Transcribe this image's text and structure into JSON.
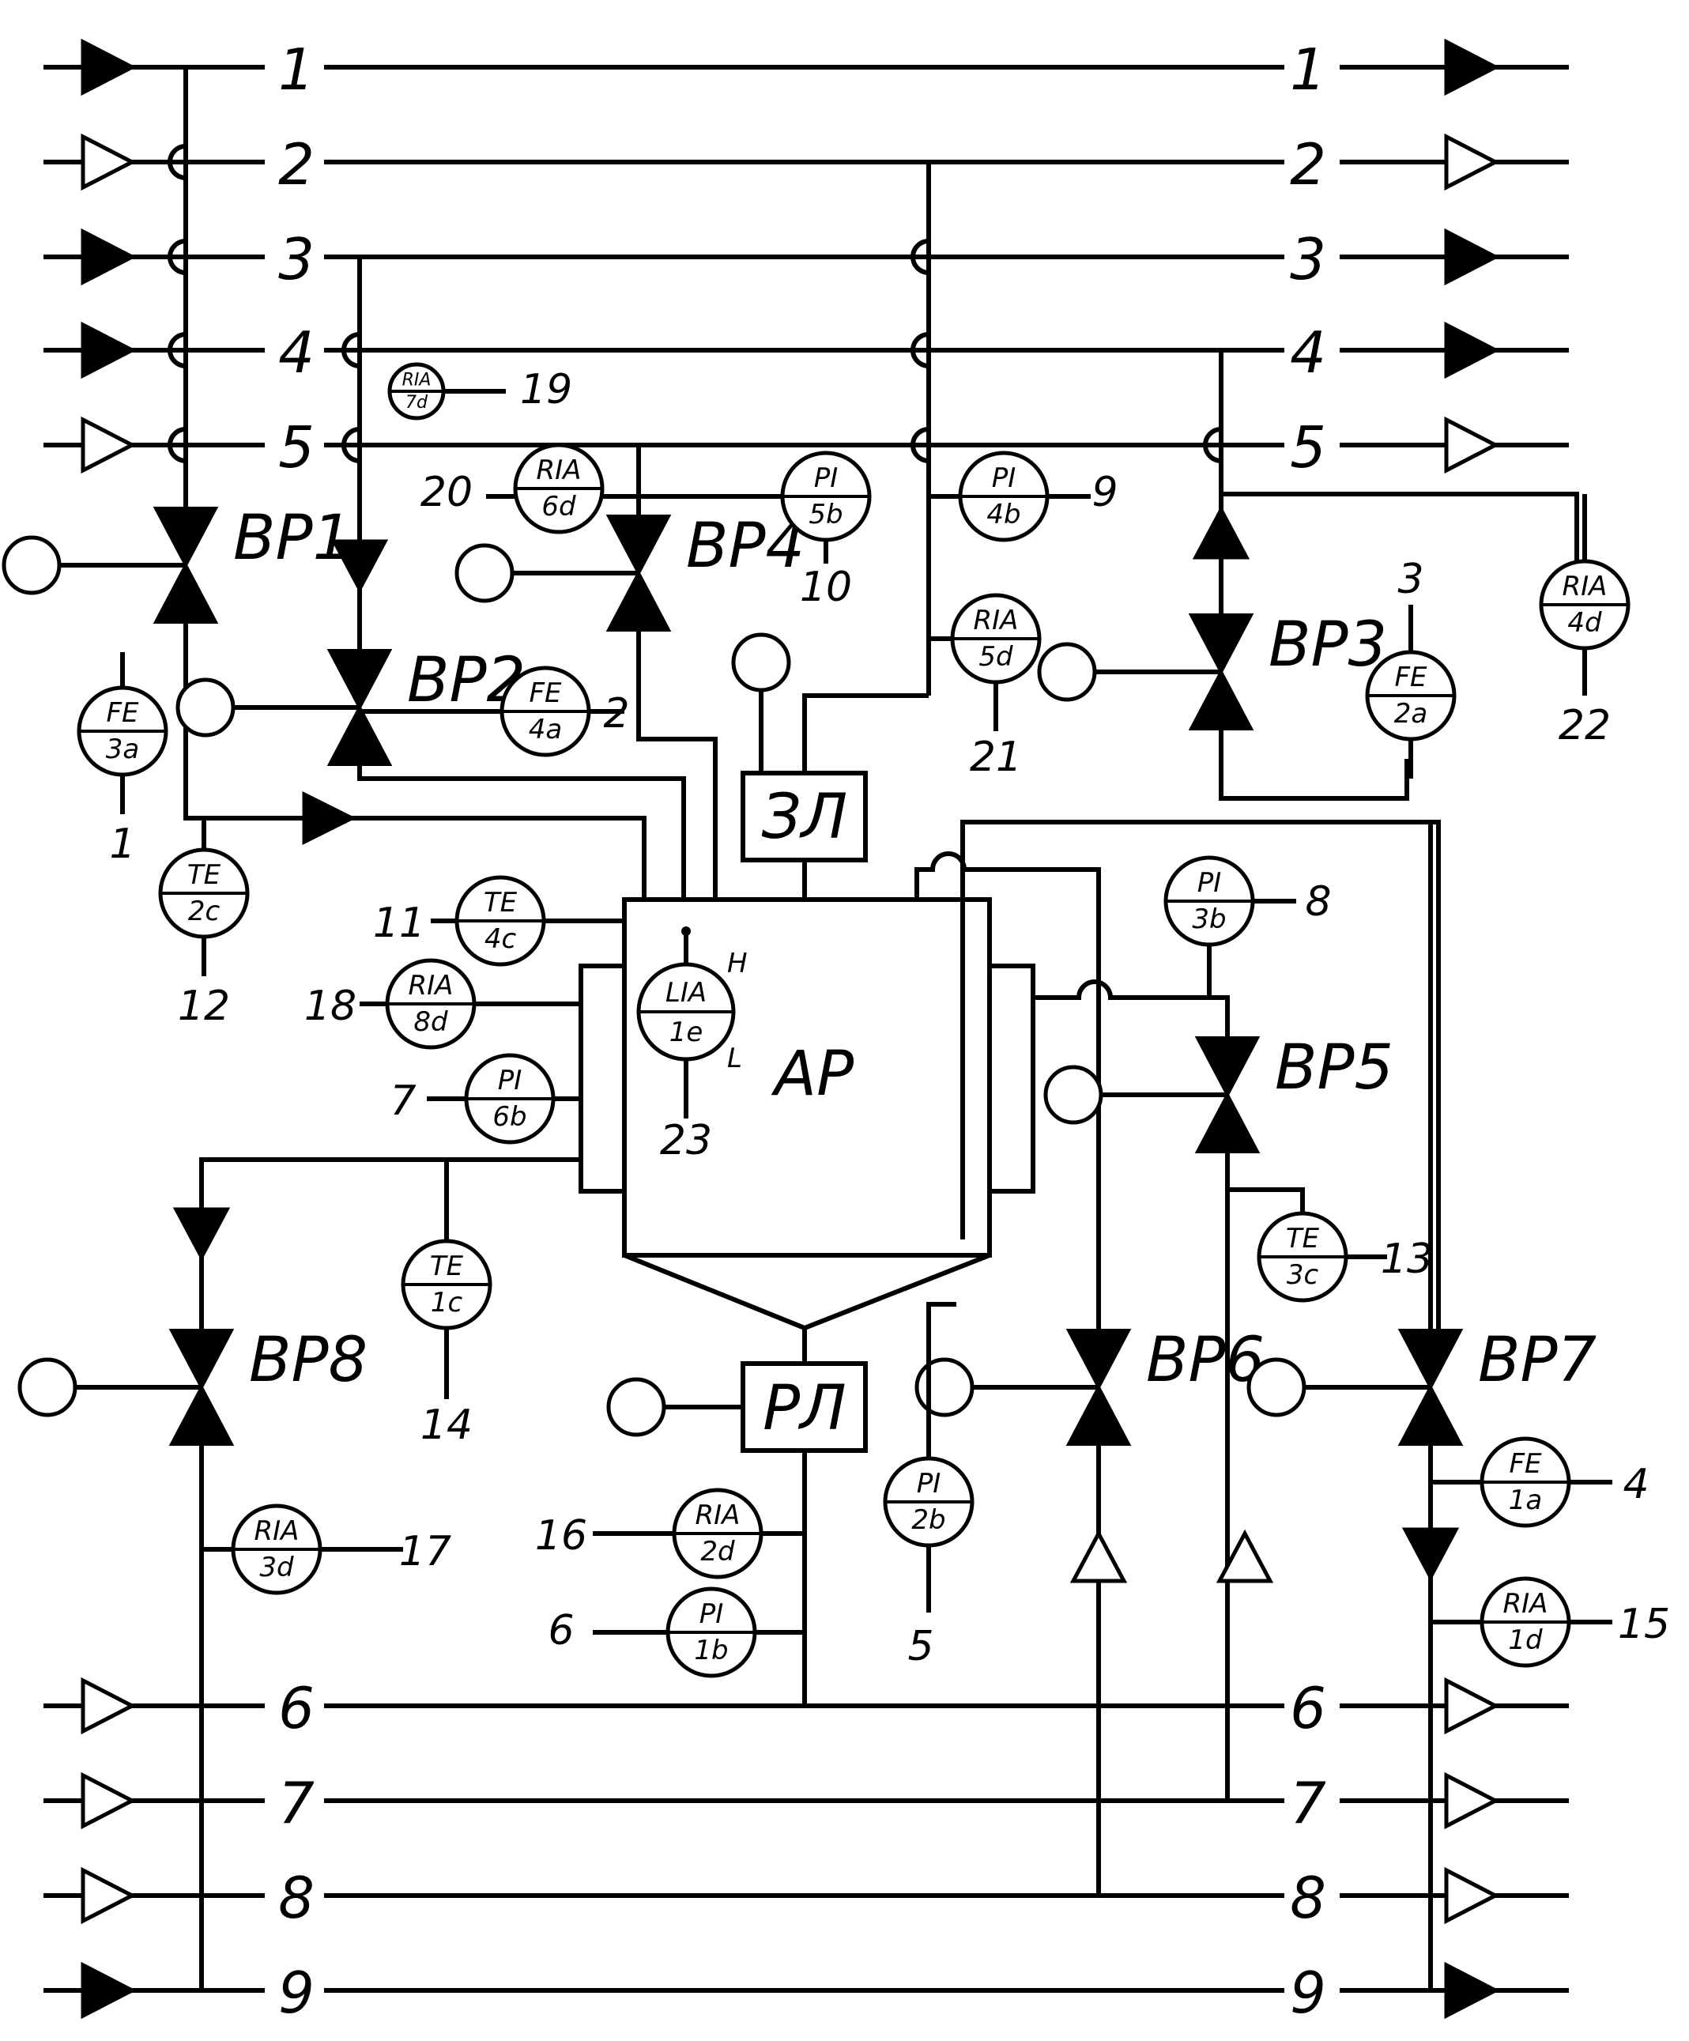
{
  "lines": [
    {
      "label": "1",
      "in": "solid",
      "out": "solid"
    },
    {
      "label": "2",
      "in": "hollow",
      "out": "hollow"
    },
    {
      "label": "3",
      "in": "solid",
      "out": "solid"
    },
    {
      "label": "4",
      "in": "solid",
      "out": "solid"
    },
    {
      "label": "5",
      "in": "hollow",
      "out": "hollow"
    },
    {
      "label": "6",
      "in": "hollow",
      "out": "hollow"
    },
    {
      "label": "7",
      "in": "hollow",
      "out": "hollow"
    },
    {
      "label": "8",
      "in": "hollow",
      "out": "hollow"
    },
    {
      "label": "9",
      "in": "solid",
      "out": "solid"
    }
  ],
  "valves": [
    "ВР1",
    "ВР2",
    "ВР3",
    "ВР4",
    "ВР5",
    "ВР6",
    "ВР7",
    "ВР8"
  ],
  "blocks": {
    "reactor": "АР",
    "feeder_top": "ЗЛ",
    "feeder_bottom": "РЛ"
  },
  "level_marks": {
    "high": "H",
    "low": "L"
  },
  "instruments": [
    {
      "id": "ria7d",
      "top": "RIA",
      "bottom": "7d",
      "num": "19"
    },
    {
      "id": "ria6d",
      "top": "RIA",
      "bottom": "6d",
      "num": "20"
    },
    {
      "id": "pi5b",
      "top": "PI",
      "bottom": "5b",
      "num": "10"
    },
    {
      "id": "pi4b",
      "top": "PI",
      "bottom": "4b",
      "num": "9"
    },
    {
      "id": "ria5d",
      "top": "RIA",
      "bottom": "5d",
      "num": "21"
    },
    {
      "id": "ria4d",
      "top": "RIA",
      "bottom": "4d",
      "num": "22"
    },
    {
      "id": "fe2a",
      "top": "FE",
      "bottom": "2a",
      "num": "3"
    },
    {
      "id": "fe4a",
      "top": "FE",
      "bottom": "4a",
      "num": "2"
    },
    {
      "id": "fe3a",
      "top": "FE",
      "bottom": "3a",
      "num": "1"
    },
    {
      "id": "te2c",
      "top": "TE",
      "bottom": "2c",
      "num": "12"
    },
    {
      "id": "te4c",
      "top": "TE",
      "bottom": "4c",
      "num": "11"
    },
    {
      "id": "ria8d",
      "top": "RIA",
      "bottom": "8d",
      "num": "18"
    },
    {
      "id": "pi6b",
      "top": "PI",
      "bottom": "6b",
      "num": "7"
    },
    {
      "id": "lia1e",
      "top": "LIA",
      "bottom": "1e",
      "num": "23"
    },
    {
      "id": "pi3b",
      "top": "PI",
      "bottom": "3b",
      "num": "8"
    },
    {
      "id": "te3c",
      "top": "TE",
      "bottom": "3c",
      "num": "13"
    },
    {
      "id": "te1c",
      "top": "TE",
      "bottom": "1c",
      "num": "14"
    },
    {
      "id": "ria3d",
      "top": "RIA",
      "bottom": "3d",
      "num": "17"
    },
    {
      "id": "ria2d",
      "top": "RIA",
      "bottom": "2d",
      "num": "16"
    },
    {
      "id": "pi1b",
      "top": "PI",
      "bottom": "1b",
      "num": "6"
    },
    {
      "id": "pi2b",
      "top": "PI",
      "bottom": "2b",
      "num": "5"
    },
    {
      "id": "fe1a",
      "top": "FE",
      "bottom": "1a",
      "num": "4"
    },
    {
      "id": "ria1d",
      "top": "RIA",
      "bottom": "1d",
      "num": "15"
    }
  ]
}
